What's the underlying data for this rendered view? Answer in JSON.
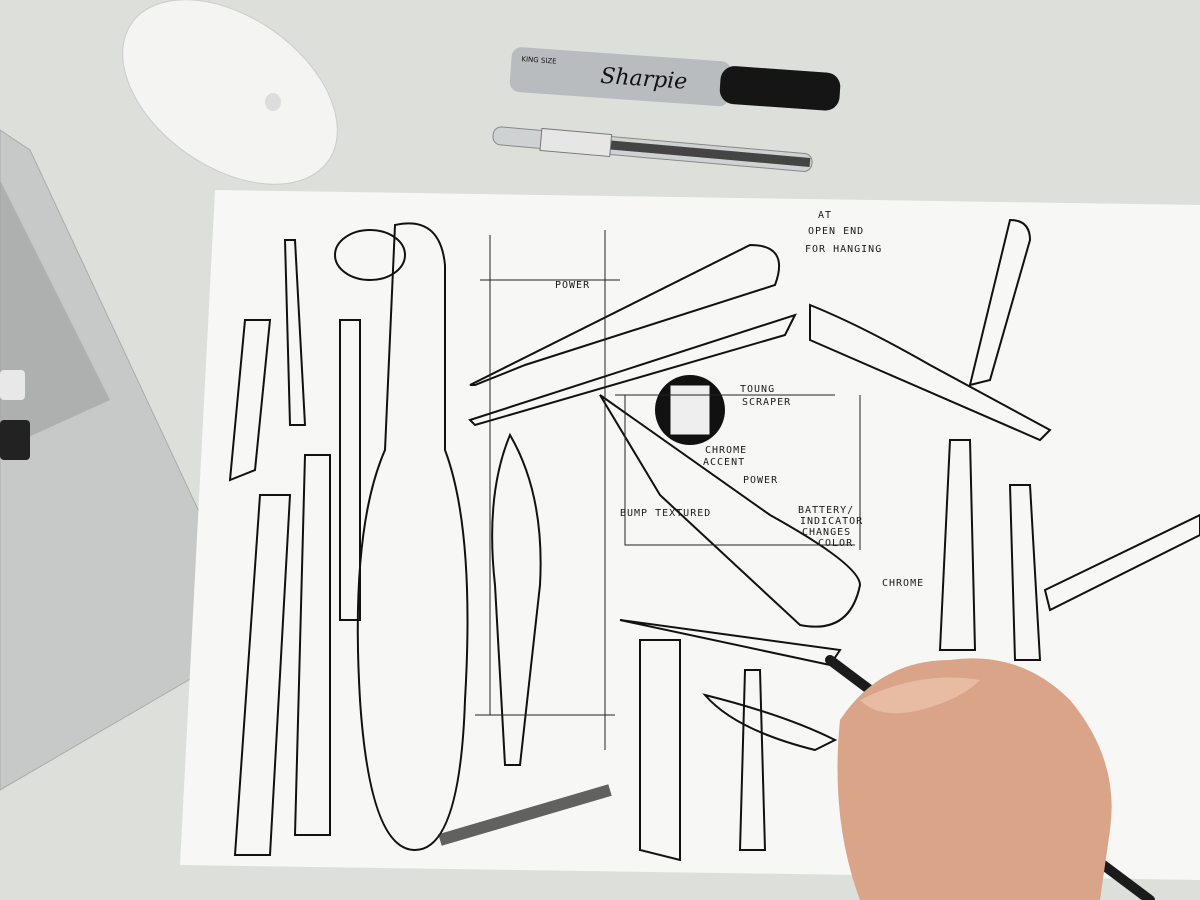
{
  "objects": {
    "marker_brand": "Sharpie",
    "marker_label": "KING SIZE"
  },
  "annotations": [
    "AT",
    "OPEN END",
    "FOR HANGING",
    "POWER",
    "TOUNG",
    "SCRAPER",
    "CHROME",
    "ACCENT",
    "POWER",
    "BATTERY/",
    "INDICATOR",
    "CHANGES",
    "COLOR",
    "BUMP TEXTURED",
    "CHROME"
  ],
  "colors": {
    "desk": "#dcdfda",
    "paper": "#f7f8f6",
    "laptop": "#c9cccb",
    "ink": "#111111",
    "skin": "#d9a488"
  }
}
